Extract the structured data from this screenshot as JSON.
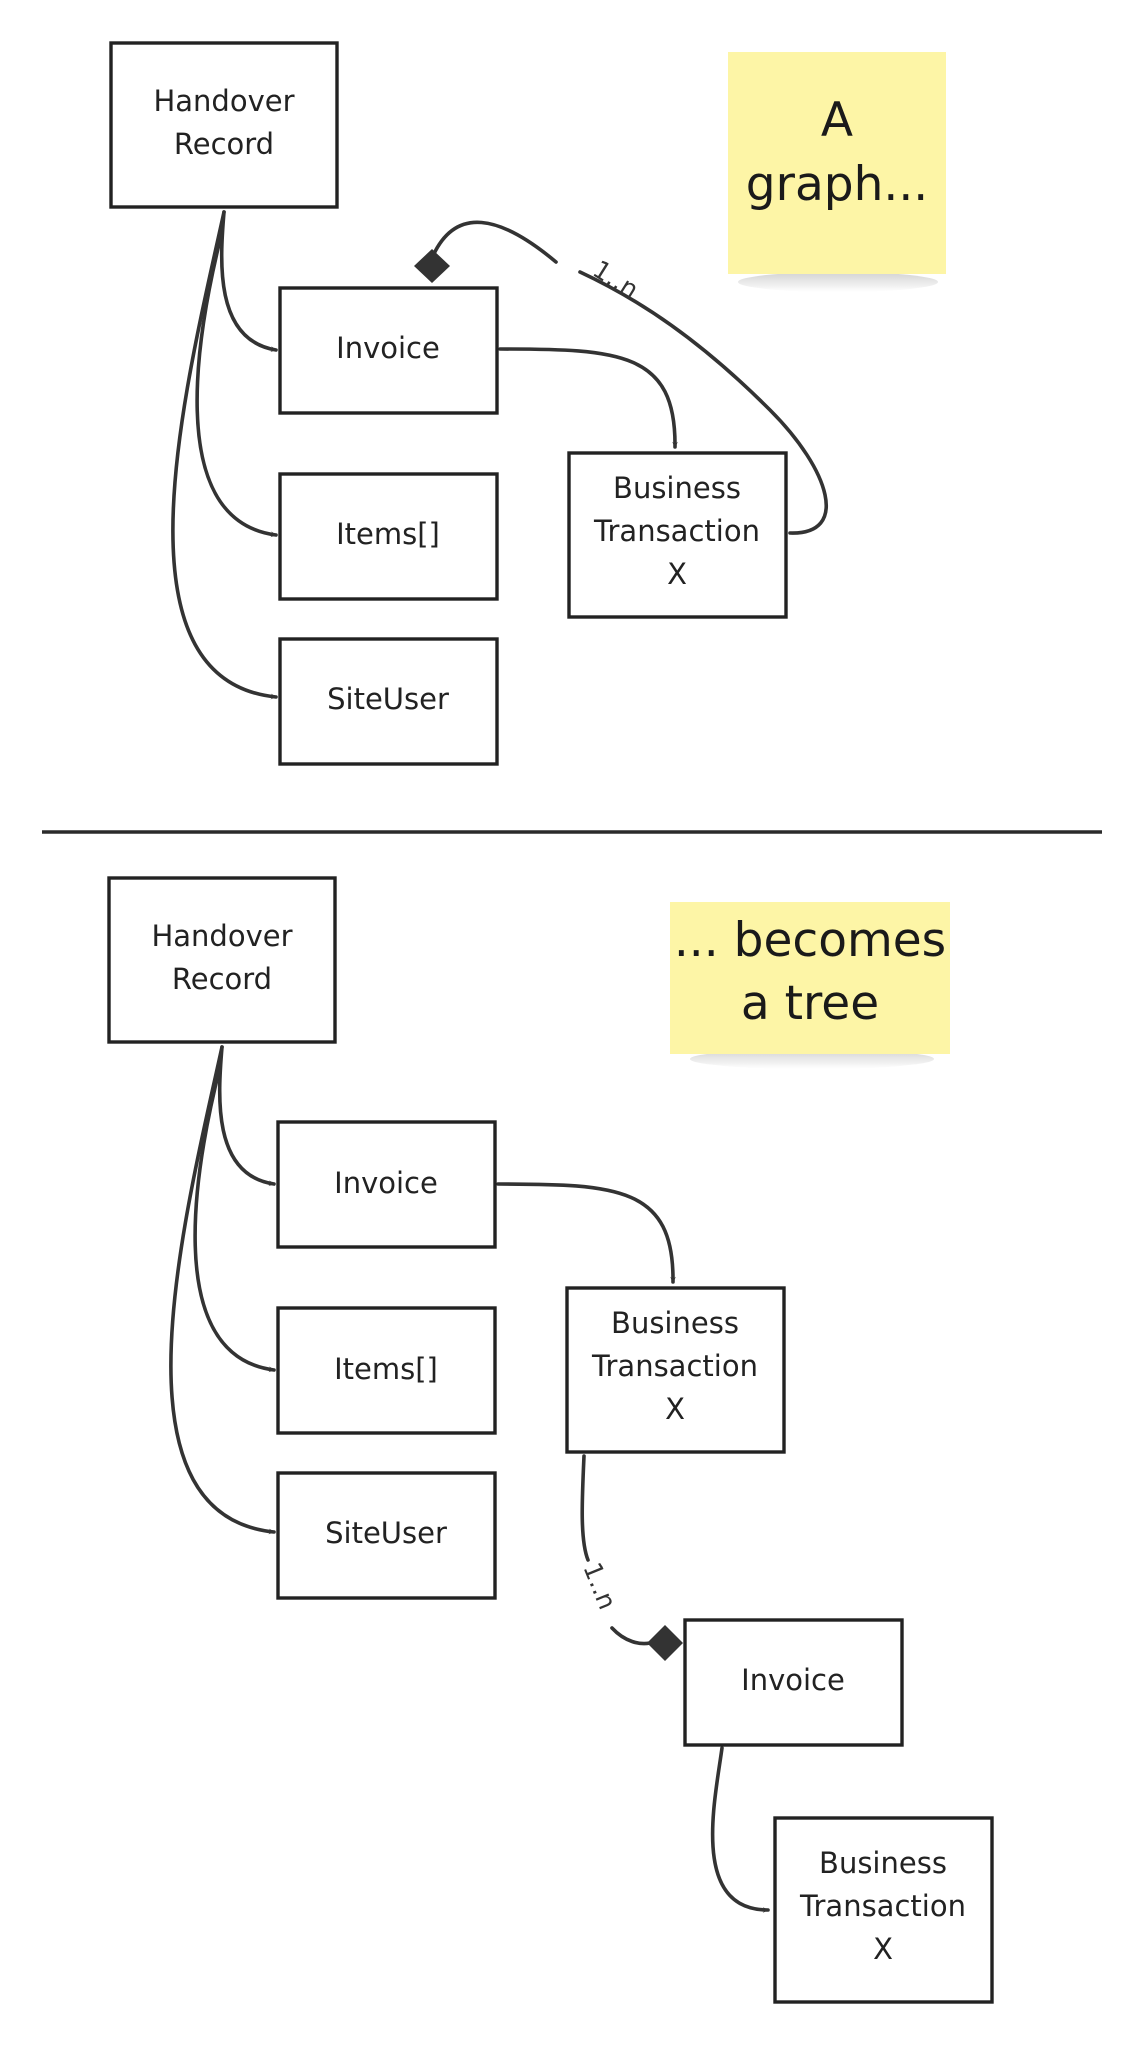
{
  "top_section": {
    "note": {
      "lines": [
        "A",
        "graph..."
      ]
    },
    "boxes": {
      "handover_record": {
        "lines": [
          "Handover",
          "Record"
        ]
      },
      "invoice": {
        "lines": [
          "Invoice"
        ]
      },
      "items": {
        "lines": [
          "Items[]"
        ]
      },
      "site_user": {
        "lines": [
          "SiteUser"
        ]
      },
      "business_transaction": {
        "lines": [
          "Business",
          "Transaction",
          "X"
        ]
      }
    },
    "edges": {
      "transaction_to_invoice_label": "1..n"
    }
  },
  "bottom_section": {
    "note": {
      "lines": [
        "... becomes",
        "a tree"
      ]
    },
    "boxes": {
      "handover_record": {
        "lines": [
          "Handover",
          "Record"
        ]
      },
      "invoice": {
        "lines": [
          "Invoice"
        ]
      },
      "items": {
        "lines": [
          "Items[]"
        ]
      },
      "site_user": {
        "lines": [
          "SiteUser"
        ]
      },
      "business_transaction": {
        "lines": [
          "Business",
          "Transaction",
          "X"
        ]
      },
      "invoice_child": {
        "lines": [
          "Invoice"
        ]
      },
      "business_transaction_child": {
        "lines": [
          "Business",
          "Transaction",
          "X"
        ]
      }
    },
    "edges": {
      "transaction_to_invoice_label": "1..n"
    }
  },
  "colors": {
    "sticky_note": "#fdf5a6",
    "stroke": "#222222",
    "arrow": "#333333"
  }
}
